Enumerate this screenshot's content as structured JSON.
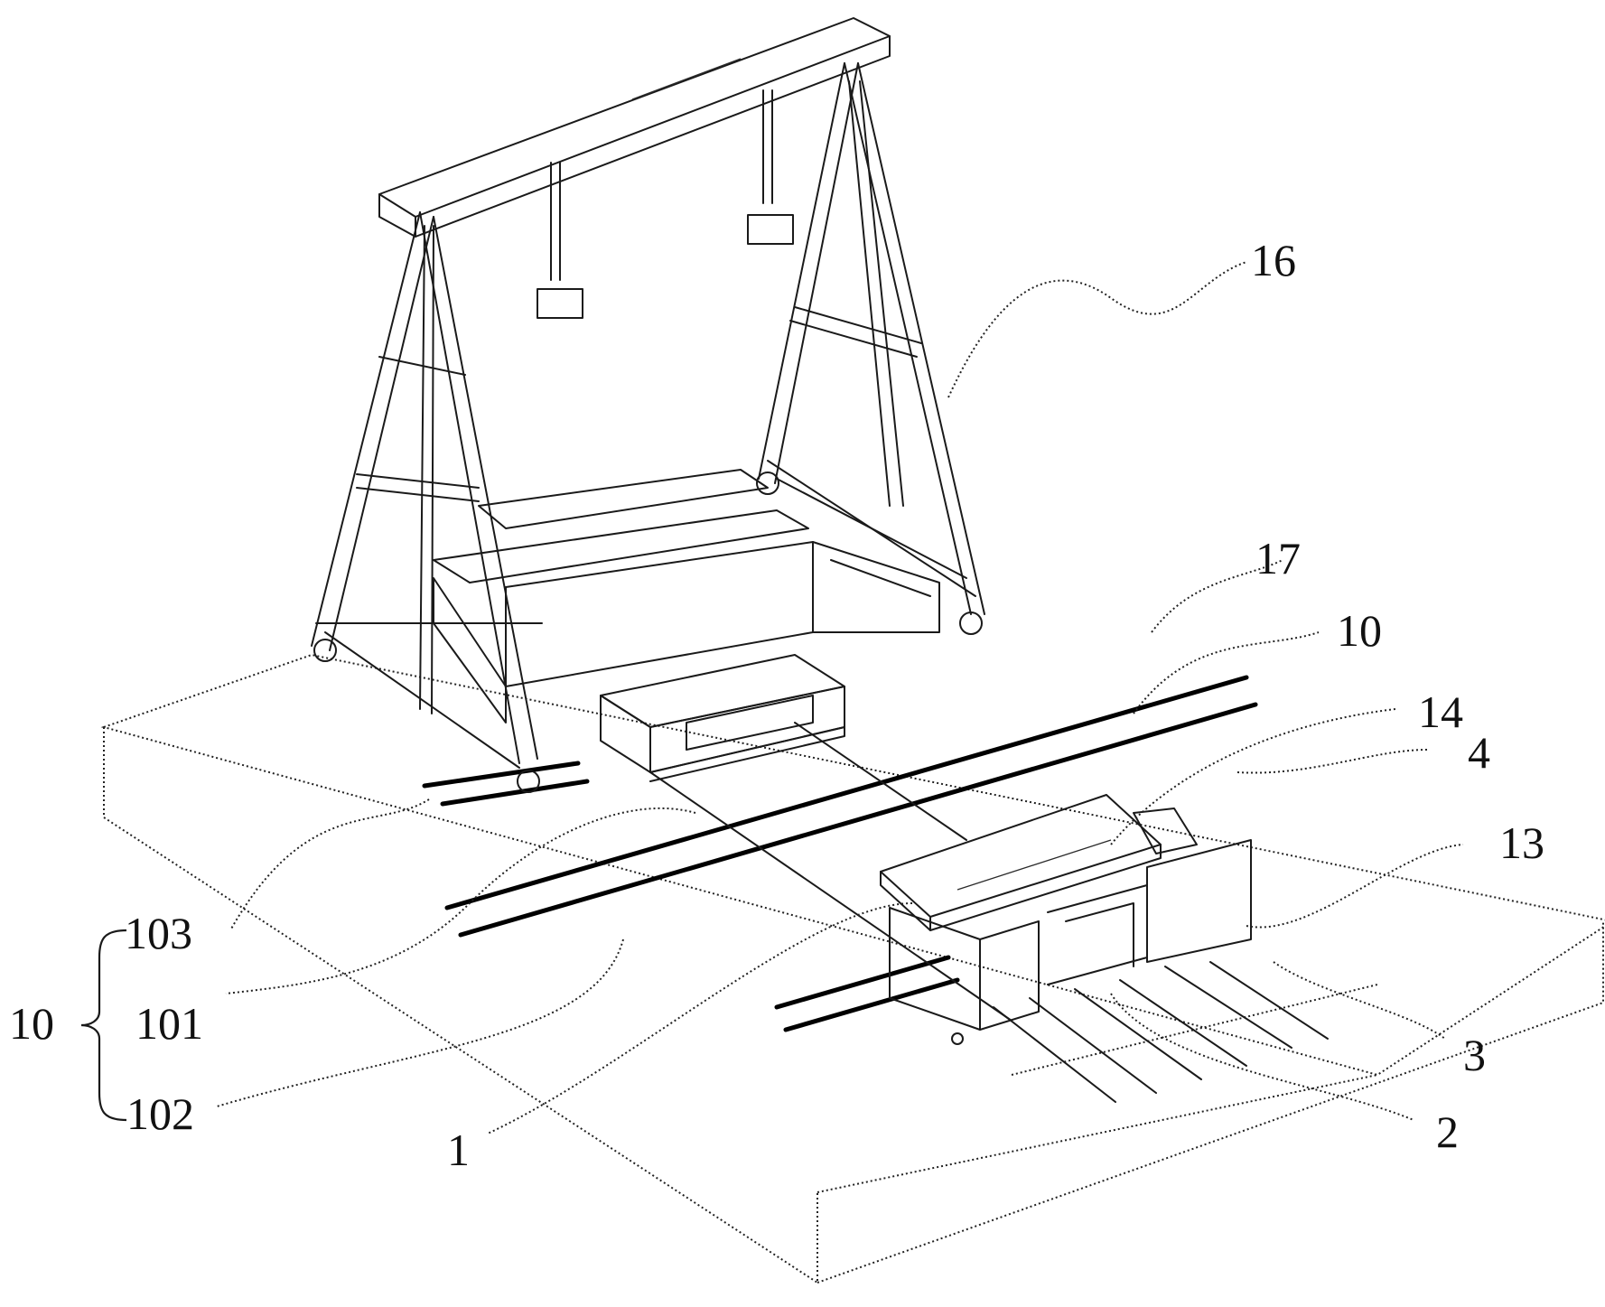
{
  "labels": {
    "l16": "16",
    "l17": "17",
    "l10a": "10",
    "l14": "14",
    "l4": "4",
    "l13": "13",
    "l103": "103",
    "l101": "101",
    "l10b": "10",
    "l102": "102",
    "l1": "1",
    "l3": "3",
    "l2": "2"
  }
}
